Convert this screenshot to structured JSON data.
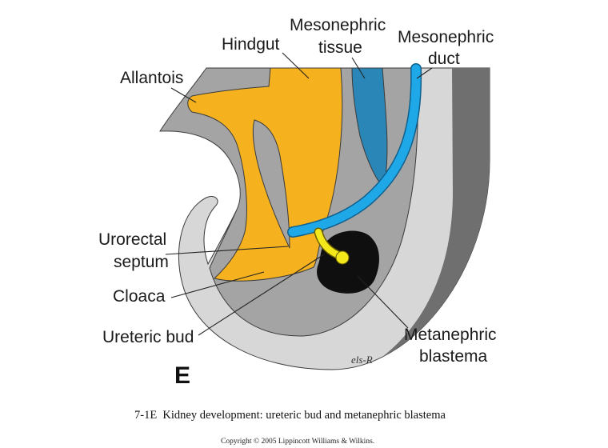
{
  "panel_letter": "E",
  "signature": "els-R",
  "labels": {
    "mesonephric_tissue": {
      "line1": "Mesonephric",
      "line2": "tissue"
    },
    "hindgut": {
      "line1": "Hindgut"
    },
    "mesonephric_duct": {
      "line1": "Mesonephric",
      "line2": "duct"
    },
    "allantois": {
      "line1": "Allantois"
    },
    "urorectal_septum": {
      "line1": "Urorectal",
      "line2": "septum"
    },
    "cloaca": {
      "line1": "Cloaca"
    },
    "ureteric_bud": {
      "line1": "Ureteric bud"
    },
    "metanephric_blastema": {
      "line1": "Metanephric",
      "line2": "blastema"
    }
  },
  "caption": "7-1E  Kidney development: ureteric bud and metanephric blastema",
  "copyright": "Copyright © 2005 Lippincott Williams & Wilkins.",
  "colors": {
    "outer_gray": "#d7d7d7",
    "inner_gray": "#a4a4a4",
    "dark_gray": "#6f6f6f",
    "endoderm_yellow": "#f6b21e",
    "tissue_blue": "#2a86b6",
    "duct_blue": "#1fa8e8",
    "duct_outline": "#0f5f8c",
    "bud_yellow": "#f3e81a",
    "blastema_black": "#0f0f0f"
  }
}
